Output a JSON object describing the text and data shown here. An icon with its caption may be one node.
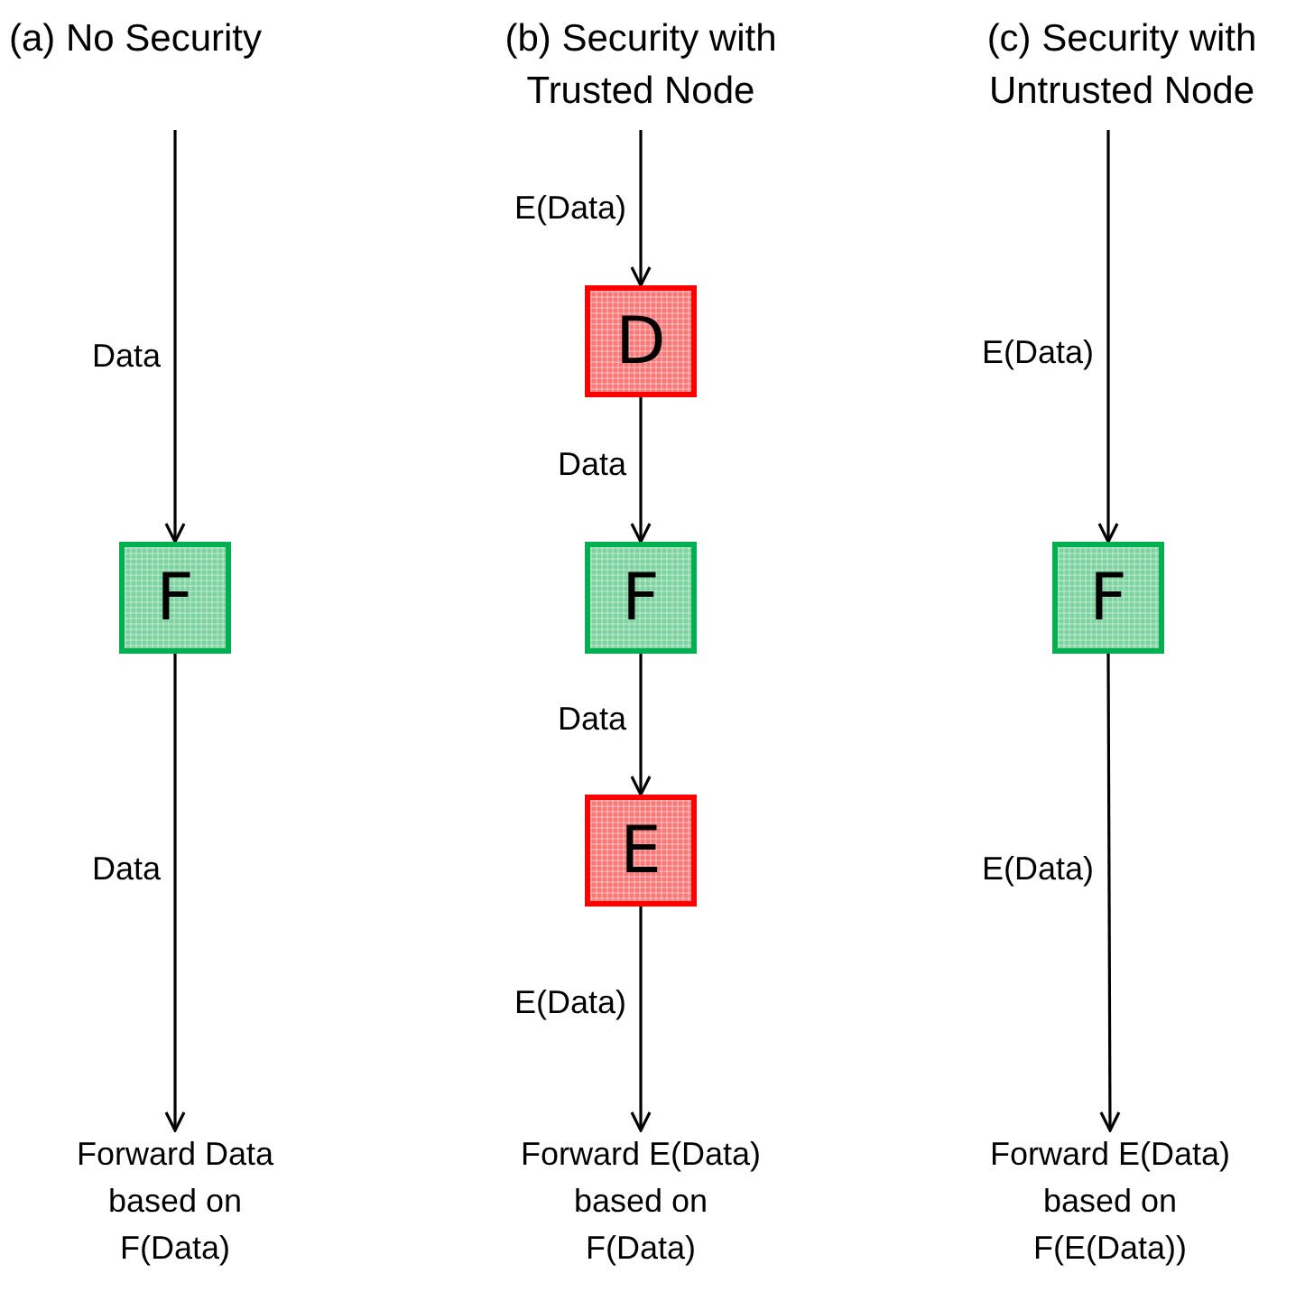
{
  "diagram": {
    "nodes": [
      {
        "text": [
          "F"
        ]
      },
      {
        "text": [
          "Forward Data based on F(Data)"
        ]
      },
      {
        "text": [
          "D"
        ]
      },
      {
        "text": [
          "F"
        ]
      },
      {
        "text": [
          "E"
        ]
      },
      {
        "text": [
          "Forward E(Data) based on F(Data)"
        ]
      },
      {
        "text": [
          "F"
        ]
      },
      {
        "text": [
          "Forward E(Data) based on F(E(Data))"
        ]
      }
    ],
    "edges": [
      {
        "from": null,
        "to": 0,
        "arrow": "to",
        "label": "Data"
      },
      {
        "from": 0,
        "to": 1,
        "arrow": "to",
        "label": "Data"
      },
      {
        "from": null,
        "to": 2,
        "arrow": "to",
        "label": "E(Data)"
      },
      {
        "from": 2,
        "to": 3,
        "arrow": "to",
        "label": "Data"
      },
      {
        "from": 3,
        "to": 4,
        "arrow": "to",
        "label": "Data"
      },
      {
        "from": 4,
        "to": 5,
        "arrow": "to",
        "label": "E(Data)"
      },
      {
        "from": null,
        "to": 6,
        "arrow": "to",
        "label": "E(Data)"
      },
      {
        "from": 6,
        "to": 7,
        "arrow": "to",
        "label": "E(Data)"
      }
    ],
    "labels": [
      "(a) No Security",
      "(b) Security with Trusted Node",
      "(c) Security with Untrusted Node"
    ]
  }
}
